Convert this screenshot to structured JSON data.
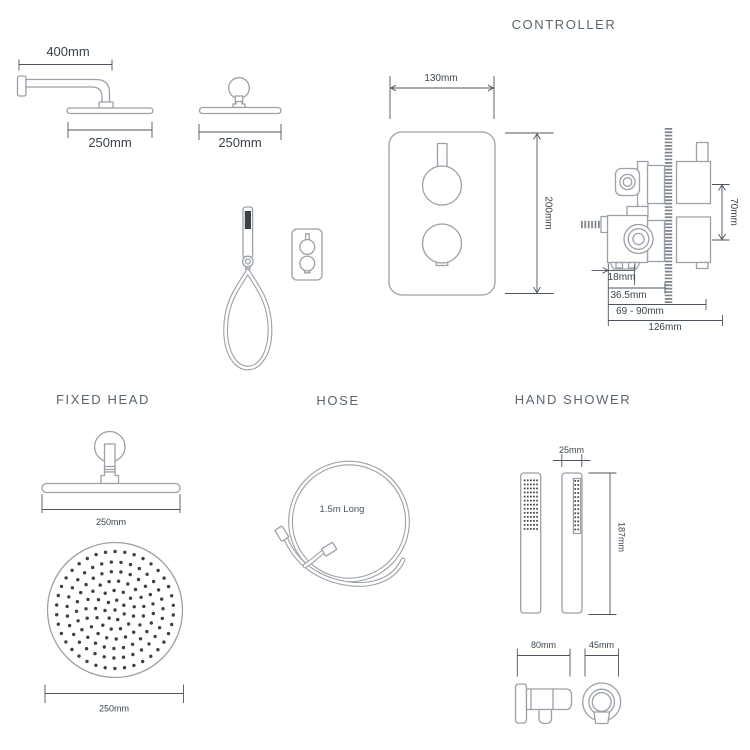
{
  "titles": {
    "controller": "CONTROLLER",
    "fixed_head": "FIXED HEAD",
    "hose": "HOSE",
    "hand_shower": "HAND SHOWER"
  },
  "dimensions": {
    "arm_length": "400mm",
    "arm_head_width": "250mm",
    "top_head_width": "250mm",
    "controller_width": "130mm",
    "controller_height": "200mm",
    "valve_handle_offset": "70mm",
    "valve_foot_width": "18mm",
    "valve_depth_min": "36.5mm",
    "valve_depth_range": "69 - 90mm",
    "valve_overall_depth": "126mm",
    "fixed_head_width_side": "250mm",
    "fixed_head_width_face": "250mm",
    "hose_length": "1.5m Long",
    "hand_shower_width": "25mm",
    "hand_shower_length": "187mm",
    "outlet_depth": "80mm",
    "outlet_width": "45mm"
  },
  "colors": {
    "outline": "#9ba1a8",
    "dimension_line": "#4a545e",
    "dimension_text": "#3b454f",
    "title_text": "#5a6670",
    "nozzle_dark": "#3d4248",
    "background": "#ffffff"
  }
}
